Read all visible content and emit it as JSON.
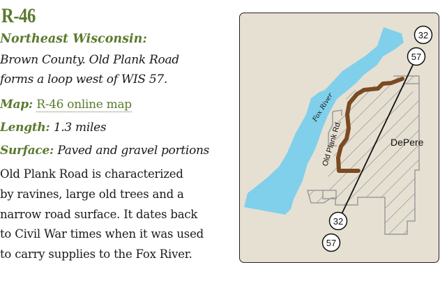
{
  "route": {
    "id": "R-46",
    "region_label": "Northeast Wisconsin:",
    "location_lines": [
      "Brown County. Old Plank Road",
      "forms a loop west of WIS 57."
    ],
    "map_label": "Map:",
    "map_link_text": "R-46 online map",
    "length_label": "Length:",
    "length_value": "1.3 miles",
    "surface_label": "Surface:",
    "surface_value": "Paved and gravel portions",
    "description_lines": [
      "Old Plank Road is characterized",
      "by ravines, large old trees and a",
      "narrow road surface. It dates back",
      "to Civil War times when it was used",
      "to carry supplies to the Fox River."
    ]
  },
  "map": {
    "river_label": "Fox River",
    "road_label": "Old Plank Rd.",
    "city_label": "DePere",
    "shields": {
      "north_top": "32",
      "north_bottom": "57",
      "south_top": "32",
      "south_bottom": "57"
    },
    "colors": {
      "background": "#e6e0d2",
      "river": "#80d0ec",
      "route": "#7b4a22",
      "highway": "#111111",
      "boundary": "#9a9a9a",
      "accent_green": "#5b7a2e"
    }
  }
}
